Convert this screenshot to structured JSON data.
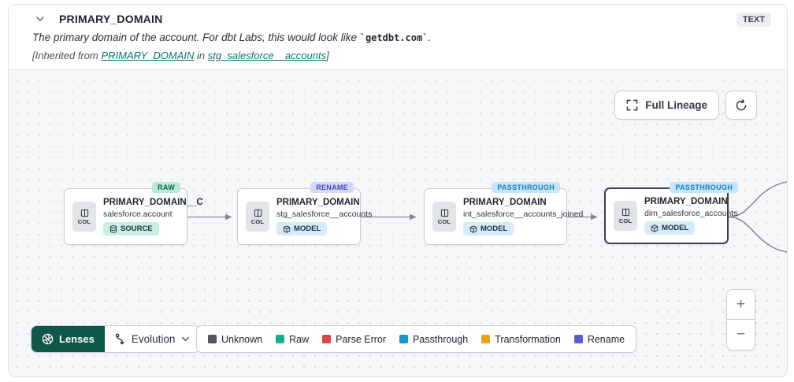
{
  "header": {
    "title": "PRIMARY_DOMAIN",
    "type_badge": "TEXT",
    "description_prefix": "The primary domain of the account. For dbt Labs, this would look like ",
    "description_code": "`getdbt.com`",
    "description_suffix": ".",
    "inherited_prefix": "[Inherited from ",
    "inherited_link_column": "PRIMARY_DOMAIN",
    "inherited_middle": " in ",
    "inherited_link_model": "stg_salesforce__accounts",
    "inherited_suffix": "]"
  },
  "toolbar": {
    "full_lineage_label": "Full Lineage"
  },
  "nodes": [
    {
      "title": "PRIMARY_DOMAIN__C",
      "subtitle": "salesforce.account",
      "badge": "SOURCE",
      "tag": "RAW",
      "col_label": "COL"
    },
    {
      "title": "PRIMARY_DOMAIN",
      "subtitle": "stg_salesforce__accounts",
      "badge": "MODEL",
      "tag": "RENAME",
      "col_label": "COL"
    },
    {
      "title": "PRIMARY_DOMAIN",
      "subtitle": "int_salesforce__accounts_joined",
      "badge": "MODEL",
      "tag": "PASSTHROUGH",
      "col_label": "COL"
    },
    {
      "title": "PRIMARY_DOMAIN",
      "subtitle": "dim_salesforce_accounts",
      "badge": "MODEL",
      "tag": "PASSTHROUGH",
      "col_label": "COL"
    }
  ],
  "lenses": {
    "label": "Lenses",
    "selected_lens": "Evolution"
  },
  "legend": {
    "items": [
      {
        "label": "Unknown",
        "color": "#54565b"
      },
      {
        "label": "Raw",
        "color": "#14b093"
      },
      {
        "label": "Parse Error",
        "color": "#e0474b"
      },
      {
        "label": "Passthrough",
        "color": "#1697d1"
      },
      {
        "label": "Transformation",
        "color": "#eda414"
      },
      {
        "label": "Rename",
        "color": "#5a5ed6"
      }
    ]
  },
  "zoom_controls": {
    "zoom_in": "+",
    "zoom_out": "−"
  },
  "colors": {
    "lenses_green": "#11564b",
    "link_teal": "#0e756a",
    "raw_tag_bg": "#b4ecd9",
    "rename_tag_bg": "#d5d8f7",
    "passthrough_tag_bg": "#c7e4f8"
  }
}
